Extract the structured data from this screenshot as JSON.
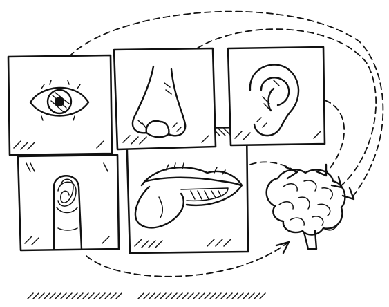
{
  "scene": {
    "subject": "five-senses-to-brain-sketch",
    "style": "black-ink-line-drawing",
    "background_color": "#ffffff",
    "ink_color": "#111111"
  },
  "panels": [
    {
      "id": "sight",
      "icon": "eye-icon"
    },
    {
      "id": "smell",
      "icon": "nose-icon"
    },
    {
      "id": "hearing",
      "icon": "ear-icon"
    },
    {
      "id": "touch",
      "icon": "finger-icon"
    },
    {
      "id": "taste",
      "icon": "tongue-icon"
    }
  ],
  "target": {
    "icon": "brain-icon"
  },
  "connectors": 5
}
